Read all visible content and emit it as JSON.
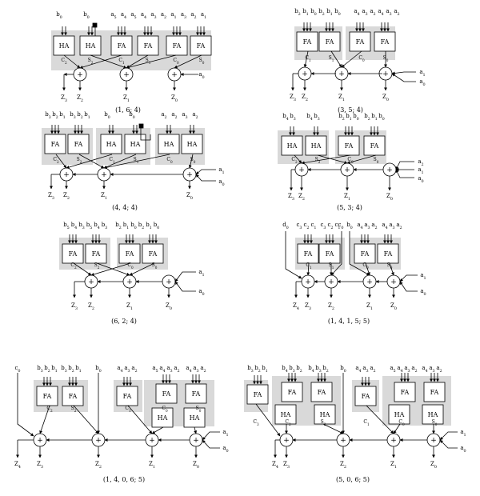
{
  "figure": {
    "diagrams": [
      {
        "caption": "(1, 6; 4)",
        "cells": [
          {
            "type": "HA",
            "top_labels": [
              "b_0"
            ],
            "carry": "C_2",
            "sum": "S_2"
          },
          {
            "type": "HA",
            "top_labels": [
              "b_0"
            ],
            "carry": "",
            "sum": ""
          },
          {
            "type": "FA",
            "top_labels": [
              "a_5",
              "a_4",
              "a_3"
            ],
            "carry": "C_1",
            "sum": "S_1"
          },
          {
            "type": "FA",
            "top_labels": [
              "a_3",
              "a_2",
              "a_1"
            ],
            "carry": "C_0",
            "sum": "S_0"
          }
        ],
        "top_labels_raw": [
          "b_0",
          "b_0",
          "a_5",
          "a_4",
          "a_5",
          "a_4",
          "a_3",
          "a_2",
          "a_1",
          "a_3",
          "a_2",
          "a_1"
        ],
        "extra_inputs": [
          "a_0"
        ],
        "outputs": [
          "Z_3",
          "Z_2",
          "Z_1",
          "Z_0"
        ]
      },
      {
        "caption": "(3, 5; 4)",
        "top_labels_raw": [
          "b_2",
          "b_1",
          "b_0",
          "b_2",
          "b_1",
          "b_0",
          "a_4",
          "a_3",
          "a_2",
          "a_4",
          "a_3",
          "a_2"
        ],
        "cells": [
          {
            "type": "FA",
            "carry": "C_1",
            "sum": "S_1"
          },
          {
            "type": "FA",
            "carry": "",
            "sum": ""
          },
          {
            "type": "FA",
            "carry": "C_0",
            "sum": "S_0"
          },
          {
            "type": "FA",
            "carry": "",
            "sum": ""
          }
        ],
        "extra_inputs": [
          "a_1",
          "a_0"
        ],
        "outputs": [
          "Z_3",
          "Z_2",
          "Z_1",
          "Z_0"
        ]
      },
      {
        "caption": "(4, 4; 4)",
        "top_labels_raw": [
          "b_3",
          "b_2",
          "b_1",
          "b_3",
          "b_2",
          "b_1",
          "b_0",
          "b_0",
          "a_2",
          "a_2",
          "a_3",
          "a_2"
        ],
        "cells": [
          {
            "type": "FA",
            "carry": "C_2",
            "sum": "S_2"
          },
          {
            "type": "FA",
            "carry": "",
            "sum": ""
          },
          {
            "type": "HA",
            "carry": "C_1",
            "sum": "S_1"
          },
          {
            "type": "HA",
            "carry": "",
            "sum": ""
          },
          {
            "type": "HA",
            "carry": "C_0",
            "sum": "S_0"
          },
          {
            "type": "HA",
            "carry": "",
            "sum": ""
          }
        ],
        "extra_inputs": [
          "a_1",
          "a_0"
        ],
        "outputs": [
          "Z_3",
          "Z_2",
          "Z_1",
          "Z_0"
        ]
      },
      {
        "caption": "(5, 3; 4)",
        "top_labels_raw": [
          "b_4",
          "b_3",
          "b_4",
          "b_3",
          "b_2",
          "b_1",
          "b_0",
          "b_2",
          "b_1",
          "b_0"
        ],
        "cells": [
          {
            "type": "HA",
            "carry": "C_2",
            "sum": "S_2"
          },
          {
            "type": "HA",
            "carry": "",
            "sum": ""
          },
          {
            "type": "FA",
            "carry": "C_0",
            "sum": "S_0"
          },
          {
            "type": "FA",
            "carry": "",
            "sum": ""
          }
        ],
        "extra_inputs": [
          "a_2",
          "a_1",
          "a_0"
        ],
        "outputs": [
          "Z_3",
          "Z_2",
          "Z_1",
          "Z_0"
        ]
      },
      {
        "caption": "(6, 2; 4)",
        "top_labels_raw": [
          "b_5",
          "b_4",
          "b_3",
          "b_5",
          "b_4",
          "b_3",
          "b_2",
          "b_1",
          "b_0",
          "b_2",
          "b_1",
          "b_0"
        ],
        "cells": [
          {
            "type": "FA",
            "carry": "C_2",
            "sum": "S_2"
          },
          {
            "type": "FA",
            "carry": "",
            "sum": ""
          },
          {
            "type": "FA",
            "carry": "C_0",
            "sum": "S_0"
          },
          {
            "type": "FA",
            "carry": "",
            "sum": ""
          }
        ],
        "extra_inputs": [
          "a_1",
          "a_0"
        ],
        "outputs": [
          "Z_3",
          "Z_2",
          "Z_1",
          "Z_0"
        ]
      },
      {
        "caption": "(1, 4, 1, 5; 5)",
        "top_labels_raw": [
          "d_0",
          "c_3",
          "c_2",
          "c_1",
          "c_3",
          "c_2",
          "c_1",
          "c_0",
          "b_0",
          "a_4",
          "a_3",
          "a_2",
          "a_4",
          "a_3",
          "a_2"
        ],
        "cells": [
          {
            "type": "FA",
            "carry": "C_1",
            "sum": "S_1"
          },
          {
            "type": "FA",
            "carry": "",
            "sum": ""
          },
          {
            "type": "FA",
            "carry": "C_0",
            "sum": "S_0"
          },
          {
            "type": "FA",
            "carry": "",
            "sum": ""
          }
        ],
        "extra_inputs": [
          "a_1",
          "a_0"
        ],
        "outputs": [
          "Z_4",
          "Z_3",
          "Z_2",
          "Z_1",
          "Z_0"
        ]
      },
      {
        "caption": "(1, 4, 0, 6; 5)",
        "top_labels_raw": [
          "c_0",
          "b_3",
          "b_2",
          "b_1",
          "b_3",
          "b_2",
          "b_1",
          "b_0",
          "a_5",
          "a_4",
          "a_3",
          "a_2",
          "a_4",
          "a_3",
          "a_2",
          "a_5",
          "a_4",
          "a_3",
          "a_2"
        ],
        "cells": [
          {
            "type": "FA",
            "carry": "C_2",
            "sum": "S_2"
          },
          {
            "type": "FA",
            "carry": "",
            "sum": ""
          },
          {
            "type": "FA",
            "carry": "C_1",
            "sum": ""
          },
          {
            "type": "FA",
            "carry": "",
            "sum": ""
          },
          {
            "type": "FA",
            "carry": "",
            "sum": ""
          },
          {
            "type": "HA",
            "carry": "C_0",
            "sum": ""
          },
          {
            "type": "HA",
            "carry": "",
            "sum": "S_0"
          }
        ],
        "extra_inputs": [
          "a_1",
          "a_0"
        ],
        "outputs": [
          "Z_4",
          "Z_3",
          "Z_2",
          "Z_1",
          "Z_0"
        ]
      },
      {
        "caption": "(5, 0, 6; 5)",
        "top_labels_raw": [
          "b_3",
          "b_2",
          "b_1",
          "b_4",
          "b_3",
          "b_2",
          "b_4",
          "b_3",
          "b_2",
          "b_0",
          "a_4",
          "a_3",
          "a_2",
          "a_5",
          "a_4",
          "a_3",
          "a_2"
        ],
        "cells": [
          {
            "type": "FA",
            "carry": "C_3",
            "sum": ""
          },
          {
            "type": "FA",
            "carry": "",
            "sum": ""
          },
          {
            "type": "FA",
            "carry": "",
            "sum": ""
          },
          {
            "type": "HA",
            "carry": "C_2",
            "sum": ""
          },
          {
            "type": "HA",
            "carry": "",
            "sum": "S_2"
          },
          {
            "type": "FA",
            "carry": "C_1",
            "sum": ""
          },
          {
            "type": "FA",
            "carry": "",
            "sum": ""
          },
          {
            "type": "FA",
            "carry": "",
            "sum": ""
          },
          {
            "type": "HA",
            "carry": "C_0",
            "sum": ""
          },
          {
            "type": "HA",
            "carry": "",
            "sum": "S_0"
          }
        ],
        "extra_inputs": [
          "a_1",
          "a_0"
        ],
        "outputs": [
          "Z_4",
          "Z_3",
          "Z_2",
          "Z_1",
          "Z_0"
        ]
      }
    ]
  }
}
